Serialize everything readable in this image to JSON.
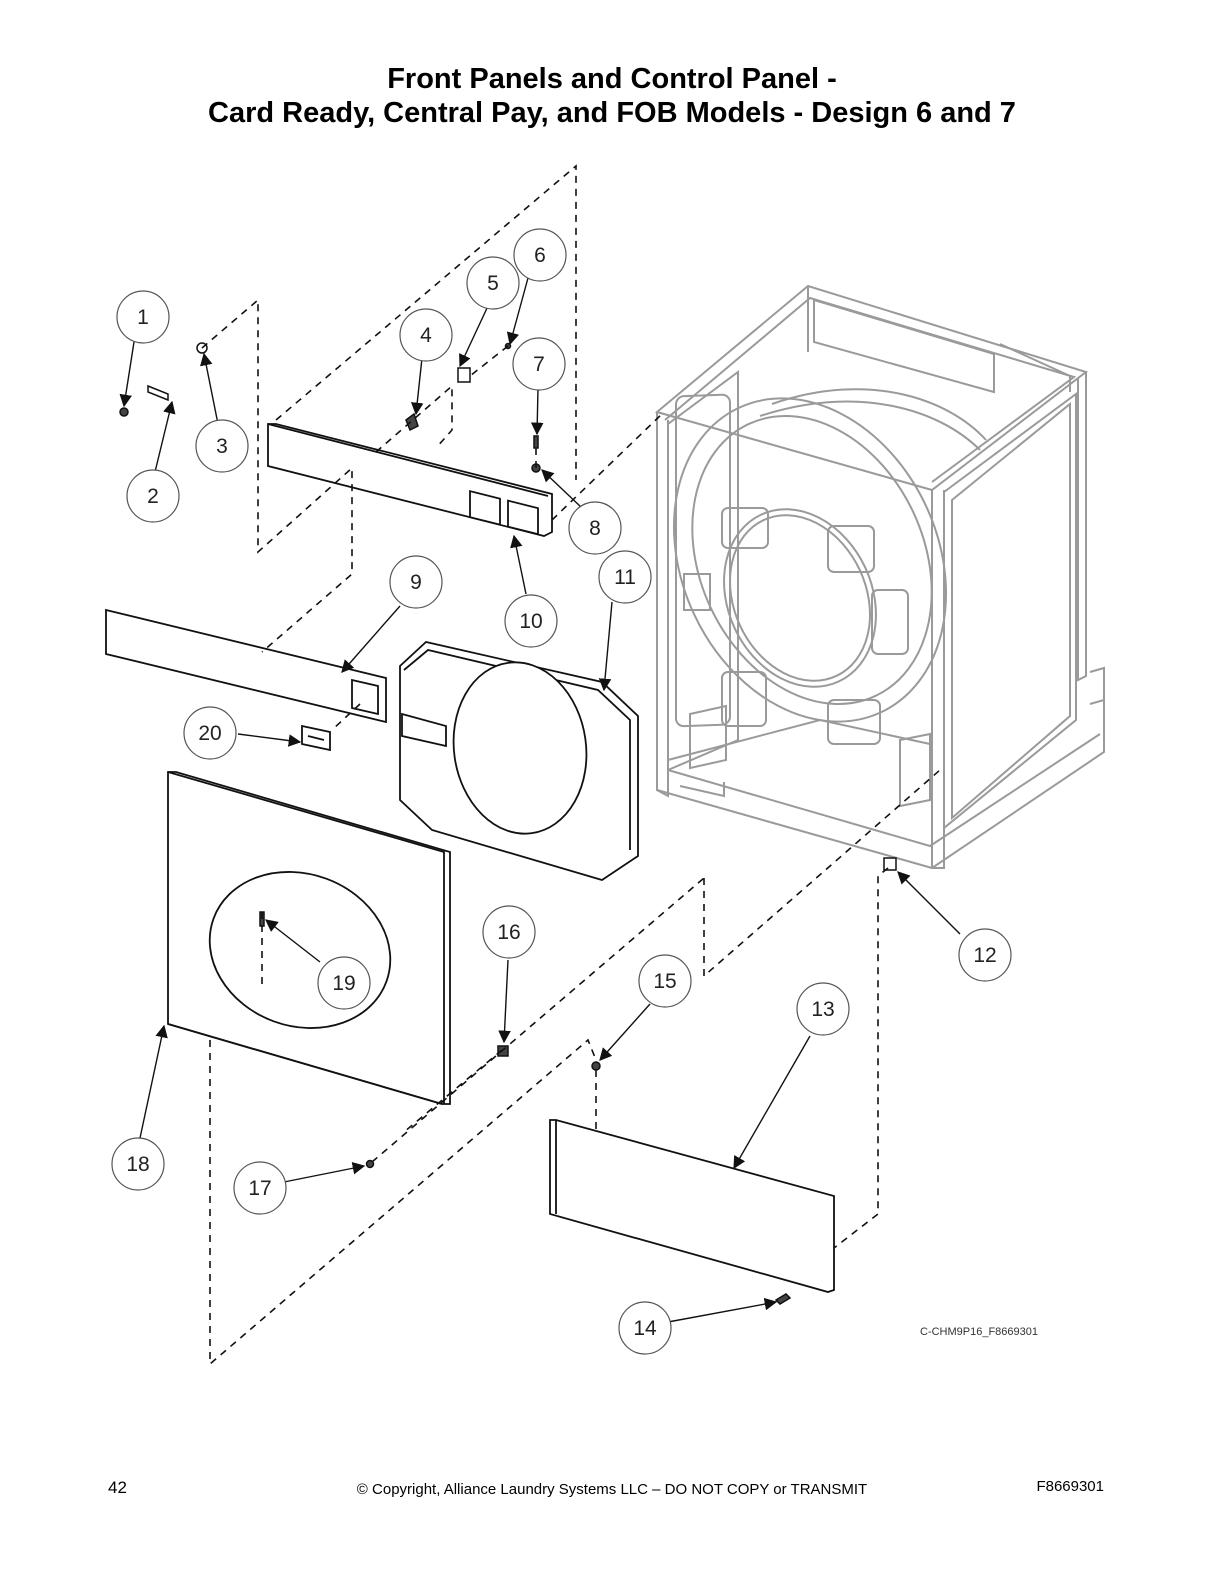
{
  "title": {
    "line1": "Front Panels and Control Panel -",
    "line2": "Card Ready, Central Pay, and FOB Models - Design 6 and 7"
  },
  "callouts": [
    "1",
    "2",
    "3",
    "4",
    "5",
    "6",
    "7",
    "8",
    "9",
    "10",
    "11",
    "12",
    "13",
    "14",
    "15",
    "16",
    "17",
    "18",
    "19",
    "20"
  ],
  "drawing_id": "C-CHM9P16_F8669301",
  "footer": {
    "page_number": "42",
    "copyright": "© Copyright, Alliance Laundry Systems LLC – DO NOT COPY or TRANSMIT",
    "doc_number": "F8669301"
  }
}
